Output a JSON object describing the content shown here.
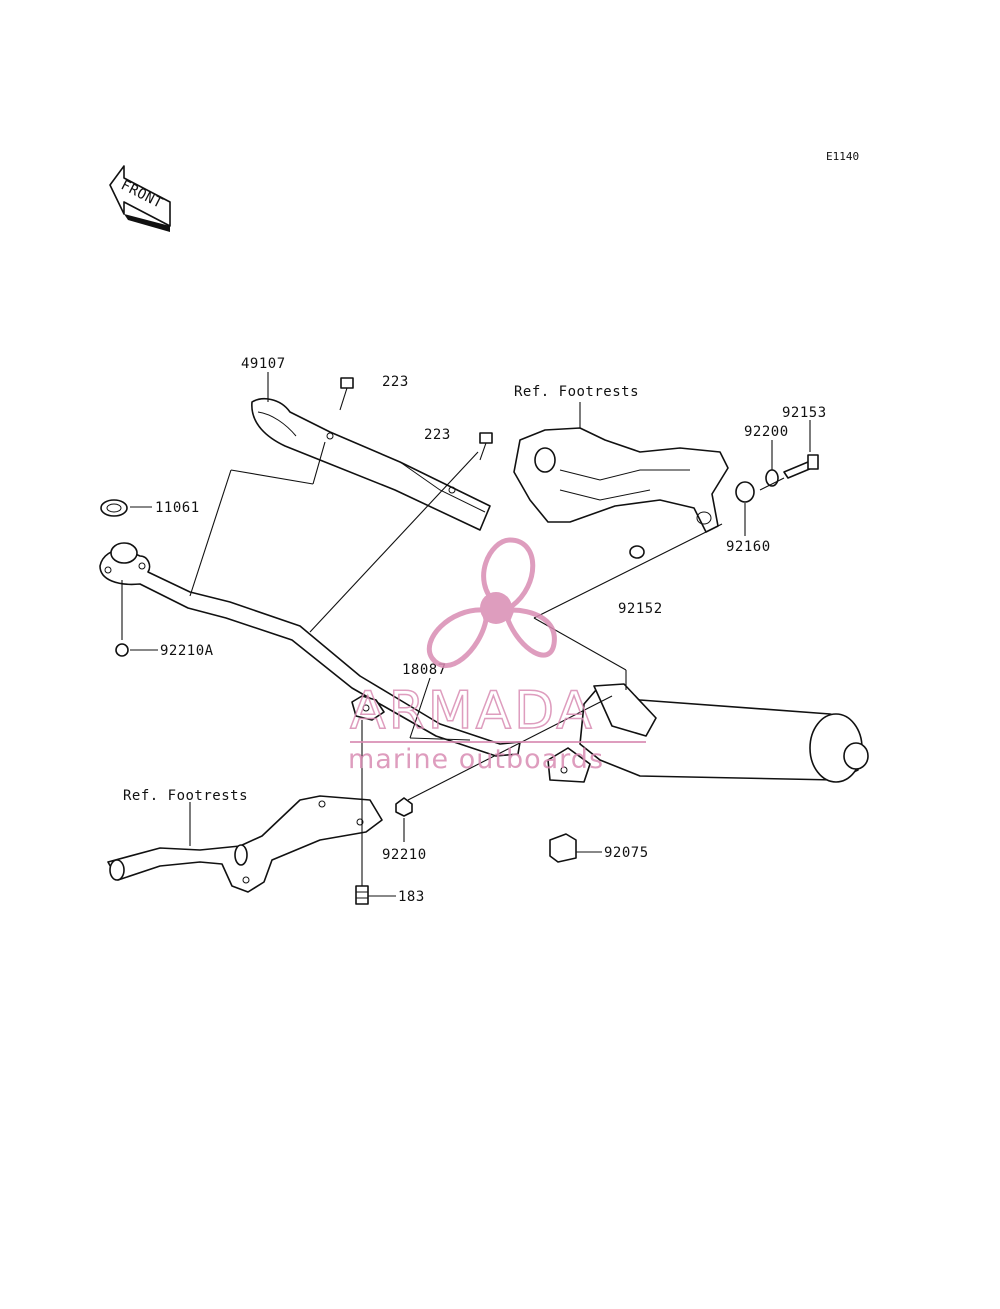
{
  "diagram": {
    "code": "E1140",
    "front_label": "FRONT",
    "ref_footrests_top": "Ref. Footrests",
    "ref_footrests_bottom": "Ref. Footrests",
    "parts": {
      "p49107": "49107",
      "p223a": "223",
      "p223b": "223",
      "p11061": "11061",
      "p92210a": "92210A",
      "p92153": "92153",
      "p92200": "92200",
      "p92160": "92160",
      "p92152": "92152",
      "p18087": "18087",
      "p92210": "92210",
      "p92075": "92075",
      "p183": "183"
    }
  },
  "watermark": {
    "brand": "ARMADA",
    "tagline": "marine outboards",
    "color": "#d98cb3"
  }
}
